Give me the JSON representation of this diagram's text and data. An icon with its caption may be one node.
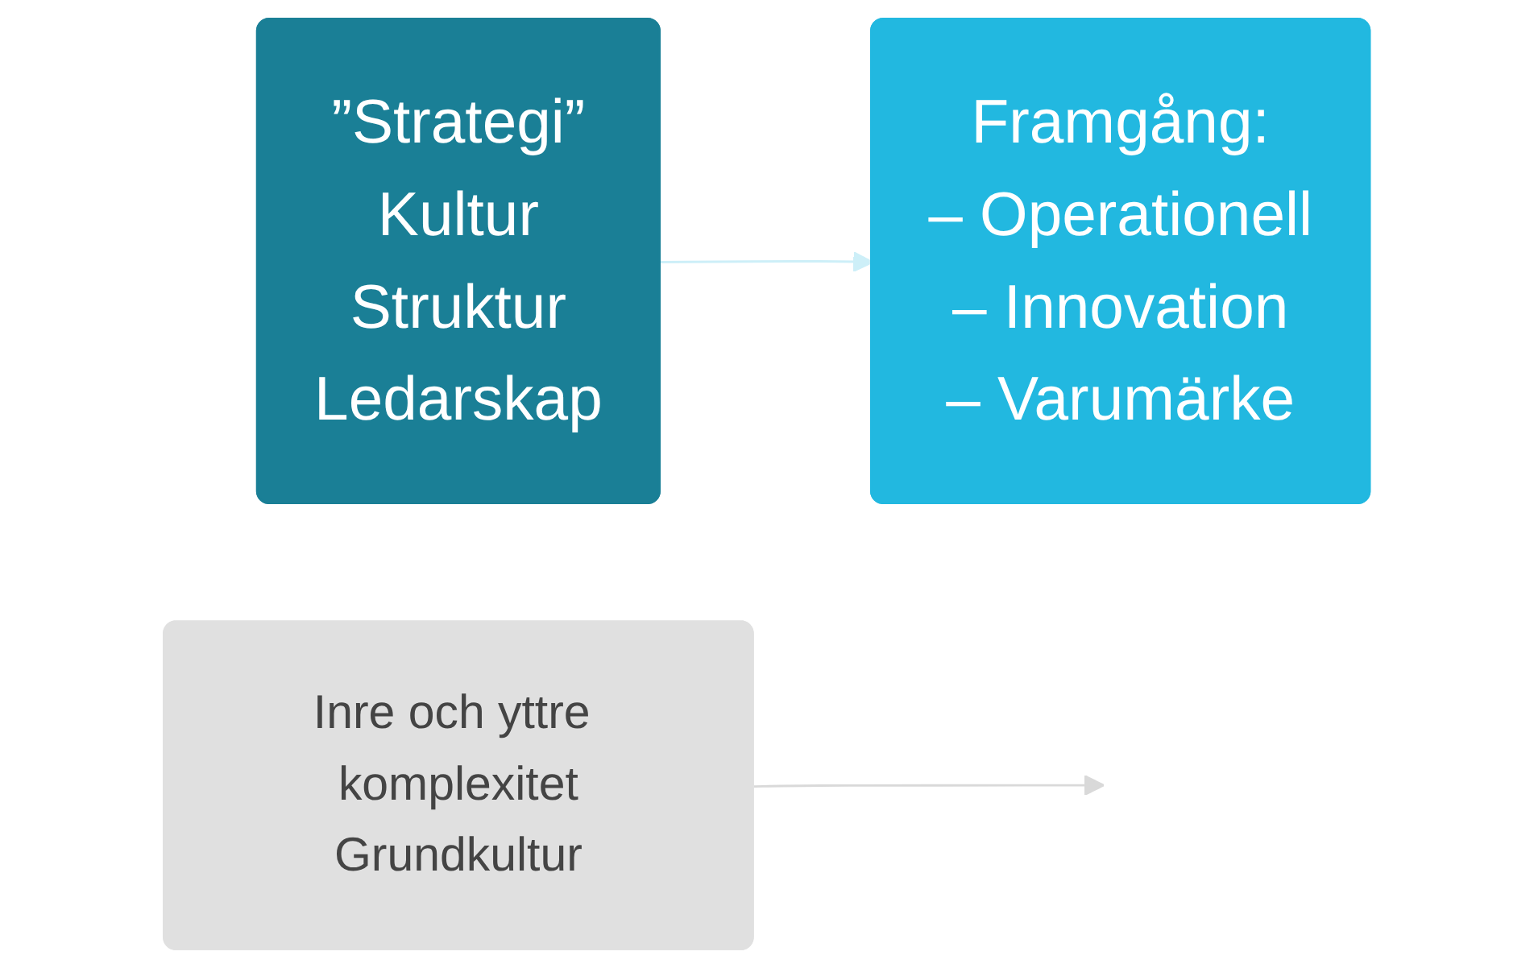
{
  "diagram": {
    "nodes": [
      {
        "text": [
          "”Strategi”",
          "Kultur",
          "Struktur",
          "Ledarskap"
        ]
      },
      {
        "text": [
          "Framgång:",
          "– Operationell",
          "– Innovation",
          "– Varumärke"
        ]
      },
      {
        "text": [
          "Inre och yttre komplexitet",
          "Grundkultur"
        ]
      }
    ],
    "edges": [
      {
        "from": 0,
        "to": 1,
        "arrow": "to",
        "color": "#cdeff8"
      },
      {
        "from": 2,
        "to": null,
        "arrow": "to",
        "color": "#d9d9d9"
      }
    ]
  }
}
